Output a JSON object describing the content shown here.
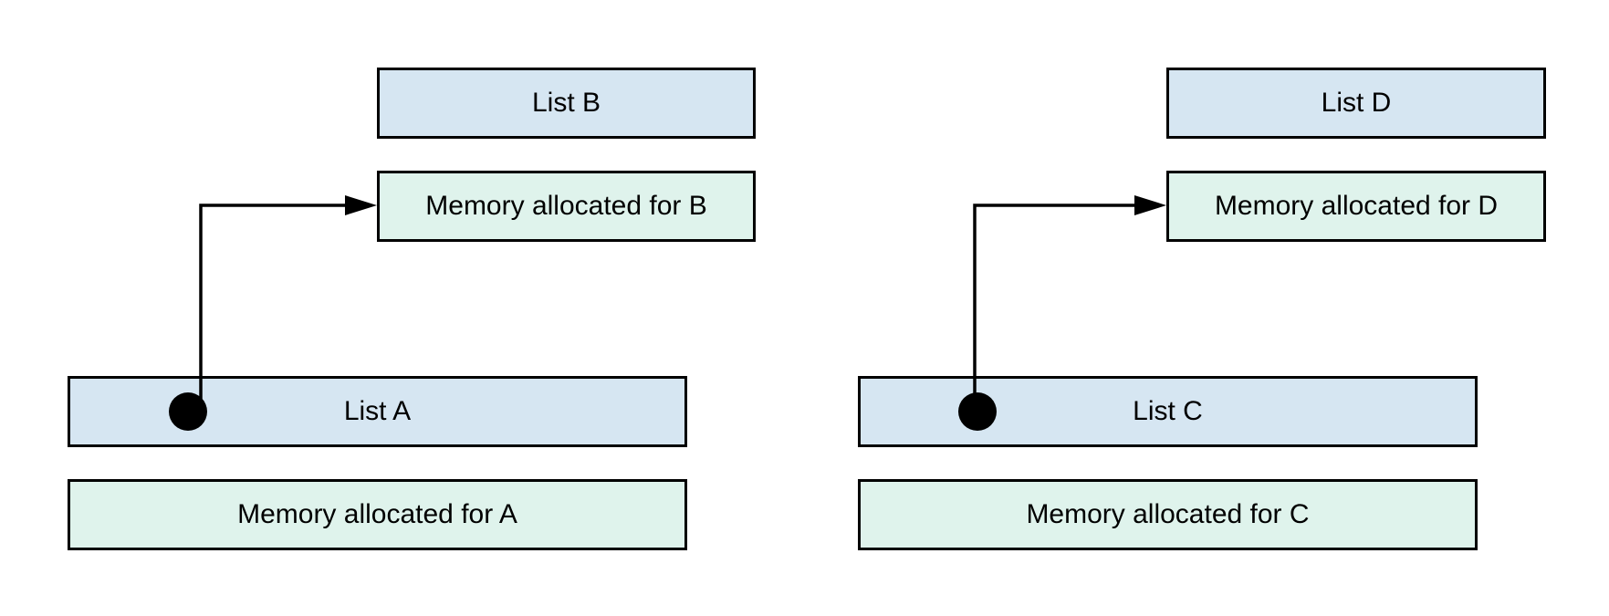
{
  "left_group": {
    "list_b": "List B",
    "mem_b": "Memory allocated for B",
    "list_a": "List A",
    "mem_a": "Memory allocated for A"
  },
  "right_group": {
    "list_d": "List D",
    "mem_d": "Memory allocated for D",
    "list_c": "List C",
    "mem_c": "Memory allocated for C"
  },
  "colors": {
    "list_fill": "#d6e6f2",
    "memory_fill": "#dff3ec",
    "stroke": "#000000"
  }
}
